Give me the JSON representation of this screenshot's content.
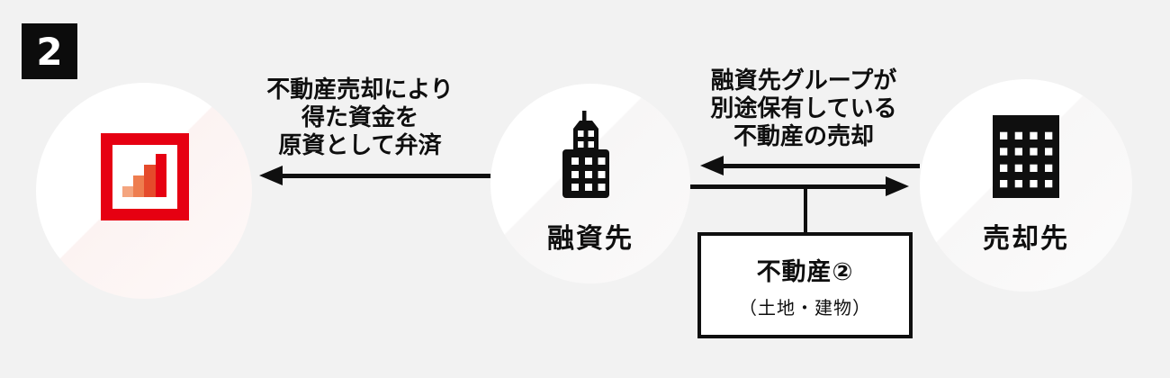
{
  "diagram": {
    "step_number": "2",
    "nodes": {
      "lender": {
        "description": "bar-chart-logo"
      },
      "borrower": {
        "label": "融資先"
      },
      "buyer": {
        "label": "売却先"
      }
    },
    "flows": {
      "repayment": {
        "direction": "left",
        "lines": [
          "不動産売却により",
          "得た資金を",
          "原資として弁済"
        ]
      },
      "property_sale": {
        "direction": "both",
        "lines": [
          "融資先グループが",
          "別途保有している",
          "不動産の売却"
        ]
      }
    },
    "asset_box": {
      "title": "不動産②",
      "subtitle": "（土地・建物）"
    }
  },
  "colors": {
    "background": "#f2f2f2",
    "ink": "#0f0f0f",
    "badge_bg": "#0c0c0c",
    "logo_red": "#e60012",
    "logo_bars": [
      "#f4a57f",
      "#ee7d4f",
      "#e54a2b",
      "#e60012"
    ]
  }
}
